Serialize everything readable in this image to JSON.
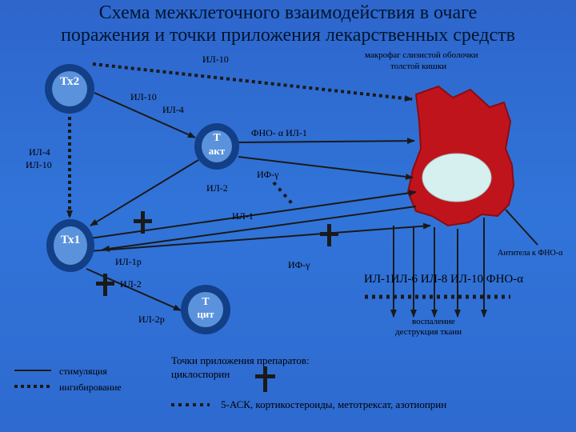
{
  "title": {
    "line1": "Схема межклеточного взаимодействия в очаге",
    "line2": "поражения и точки приложения лекарственных средств"
  },
  "cells": {
    "th2": "Тх2",
    "th1": "Тх1",
    "tact_top": "Т",
    "tact_bottom": "акт",
    "tcyt_top": "Т",
    "tcyt_bottom": "цит"
  },
  "labels": {
    "il10_top": "ИЛ-10",
    "macrophage_1": "макрофаг слизистой оболочки",
    "macrophage_2": "толстой кишки",
    "il10_th2": "ИЛ-10",
    "il4_th2": "ИЛ-4",
    "tnf_il1": "ФНО- α ИЛ-1",
    "il4_left": "ИЛ-4",
    "il10_left": "ИЛ-10",
    "ifg_tact": "ИФ-γ",
    "il2_tact": "ИЛ-2",
    "il1_mid": "ИЛ-1",
    "antitnf": "Антитела к ФНО-α",
    "il1r": "ИЛ-1р",
    "ifg_low": "ИФ-γ",
    "cytokines": "ИЛ-1ИЛ-6 ИЛ-8 ИЛ-10 ФНО-α",
    "il2": "ИЛ-2",
    "il2r": "ИЛ-2р",
    "inflammation_1": "воспаление",
    "inflammation_2": "деструкция ткани"
  },
  "legend": {
    "stimulation": "стимуляция",
    "inhibition": "ингибирование",
    "points_title": "Точки приложения препаратов:",
    "cyclosporin": "циклоспорин",
    "drugs": "5-АСК, кортикостероиды, метотрексат, азотиоприн"
  },
  "colors": {
    "background": "#2f6bd0",
    "cell_outer": "#123f86",
    "cell_inner": "#5a92dc",
    "macrophage": "#c0141c",
    "nucleus": "#d6efef",
    "line": "#1a1a1a"
  }
}
